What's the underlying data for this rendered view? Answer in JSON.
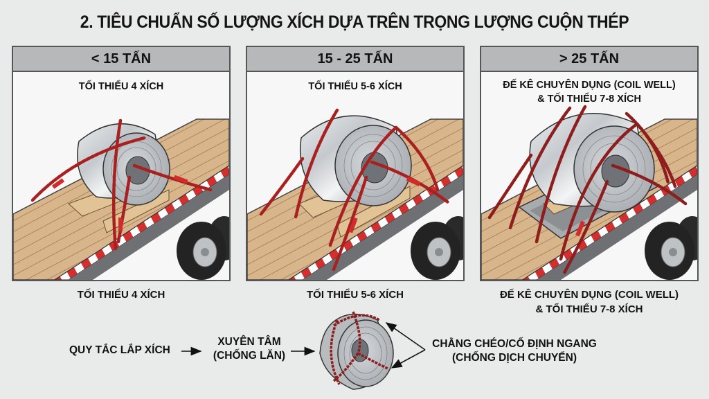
{
  "title": "2. TIÊU CHUẨN SỐ LƯỢNG XÍCH DỰA TRÊN TRỌNG LƯỢNG CUỘN THÉP",
  "colors": {
    "background": "#e9eaea",
    "panel_header": "#b7b8b9",
    "panel_border": "#555555",
    "chain": "#8e1d1d",
    "binder": "#d22b2b",
    "deck_wood": "#d8b58a",
    "coil_steel": "#b8bcc0"
  },
  "panels": [
    {
      "header": "< 15 TẤN",
      "subtitle_lines": [
        "TỐI THIỂU 4 XÍCH"
      ],
      "caption_lines": [
        "TỐI THIỂU 4 XÍCH"
      ],
      "illustration": "coil-on-wood-cradle-4-chains"
    },
    {
      "header": "15 - 25 TẤN",
      "subtitle_lines": [
        "TỐI THIỂU 5-6 XÍCH"
      ],
      "caption_lines": [
        "TỐI THIỂU 5-6 XÍCH"
      ],
      "illustration": "coil-on-wood-cradle-6-chains"
    },
    {
      "header": "> 25 TẤN",
      "subtitle_lines": [
        "ĐẾ KÊ CHUYÊN DỤNG (COIL WELL)",
        "& TỐI THIỂU 7-8 XÍCH"
      ],
      "caption_lines": [
        "ĐẾ KÊ CHUYÊN DỤNG (COIL WELL)",
        "& TỐI THIỂU 7-8 XÍCH"
      ],
      "illustration": "coil-in-coil-well-8-chains"
    }
  ],
  "rule": {
    "label": "QUY TẮC LẮP XÍCH",
    "through_center": [
      "XUYÊN TÂM",
      "(CHỐNG LĂN)"
    ],
    "cross_tie": [
      "CHẰNG CHÉO/CỐ ĐỊNH NGANG",
      "(CHỐNG DỊCH CHUYỂN)"
    ]
  }
}
